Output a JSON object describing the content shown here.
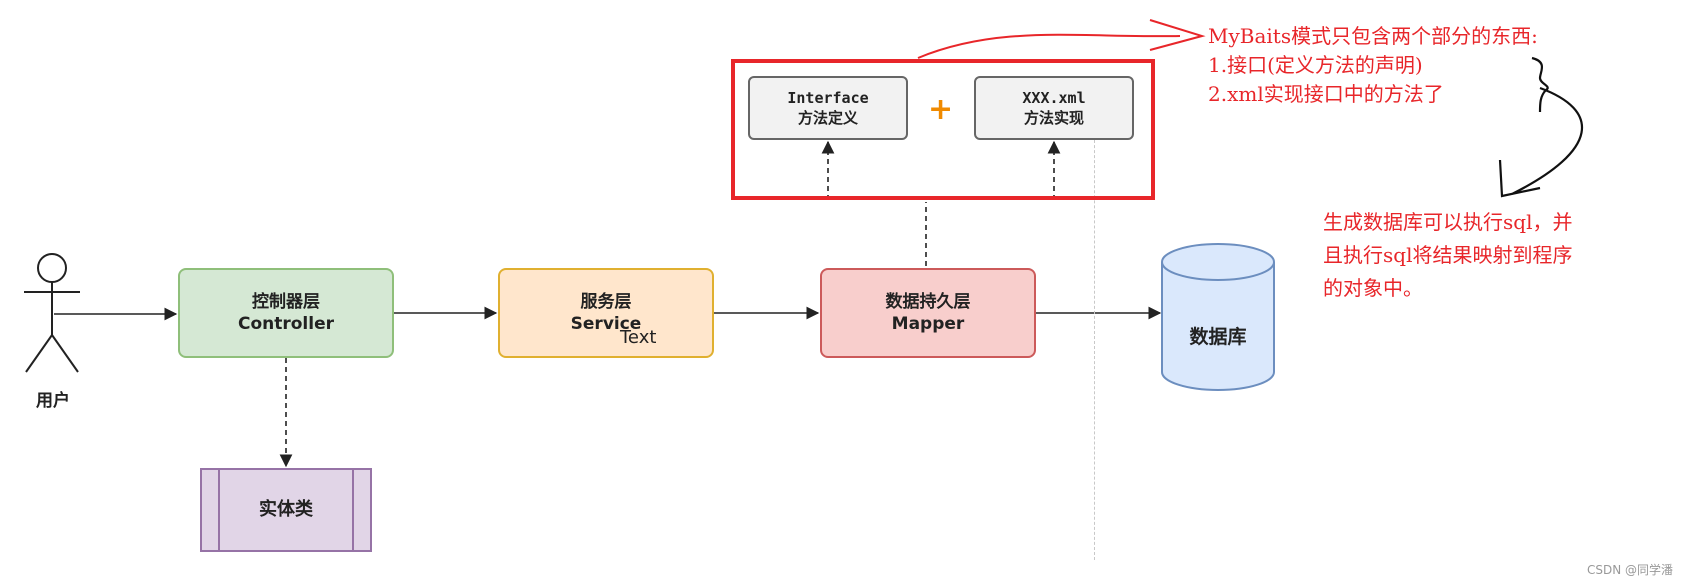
{
  "nodes": {
    "user": "用户",
    "controller": {
      "line1": "控制器层",
      "line2": "Controller"
    },
    "service": {
      "line1": "服务层",
      "line2": "Service"
    },
    "service_extra": "Text",
    "mapper": {
      "line1": "数据持久层",
      "line2": "Mapper"
    },
    "database": "数据库",
    "entity": "实体类",
    "interface": {
      "line1": "Interface",
      "line2": "方法定义"
    },
    "xml": {
      "line1": "XXX.xml",
      "line2": "方法实现"
    },
    "plus": "+"
  },
  "annotations": {
    "mybatis": "MyBaits模式只包含两个部分的东西:\n1.接口(定义方法的声明)\n2.xml实现接口中的方法了",
    "result": "生成数据库可以执行sql，并\n且执行sql将结果映射到程序\n的对象中。"
  },
  "watermark": "CSDN @同学潘",
  "colors": {
    "annotation_red": "#e8262a",
    "controller_fill": "#d5e8d4",
    "service_fill": "#ffe6cc",
    "mapper_fill": "#f8cecc",
    "database_fill": "#dae8fc",
    "entity_fill": "#e1d5e7",
    "plus_orange": "#f08a00"
  }
}
